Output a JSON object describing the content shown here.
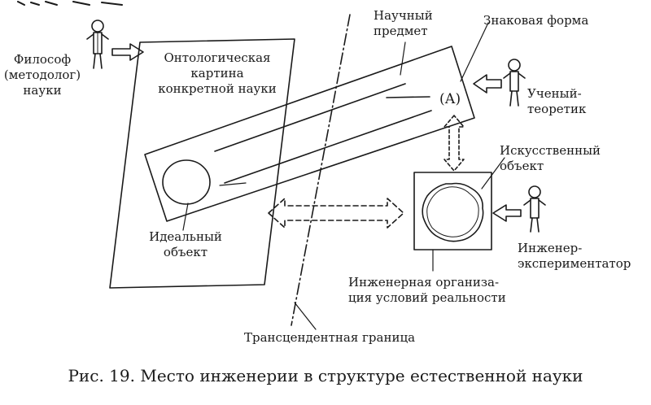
{
  "labels": {
    "philosopher": [
      "Философ",
      "(методолог)",
      "науки"
    ],
    "ontological": [
      "Онтологическая",
      "картина",
      "конкретной науки"
    ],
    "scientific_subject": [
      "Научный",
      "предмет"
    ],
    "sign_form": "Знаковая форма",
    "sign_marker": "(А)",
    "theorist": [
      "Ученый-",
      "теоретик"
    ],
    "artificial_object": [
      "Искусственный",
      "объект"
    ],
    "engineer": [
      "Инженер-",
      "экспериментатор"
    ],
    "ideal_object": [
      "Идеальный",
      "объект"
    ],
    "engineering_org": [
      "Инженерная организа-",
      "ция условий реальности"
    ],
    "boundary": "Трансцендентная граница"
  },
  "caption": "Рис. 19. Место инженерии в структуре естественной науки"
}
